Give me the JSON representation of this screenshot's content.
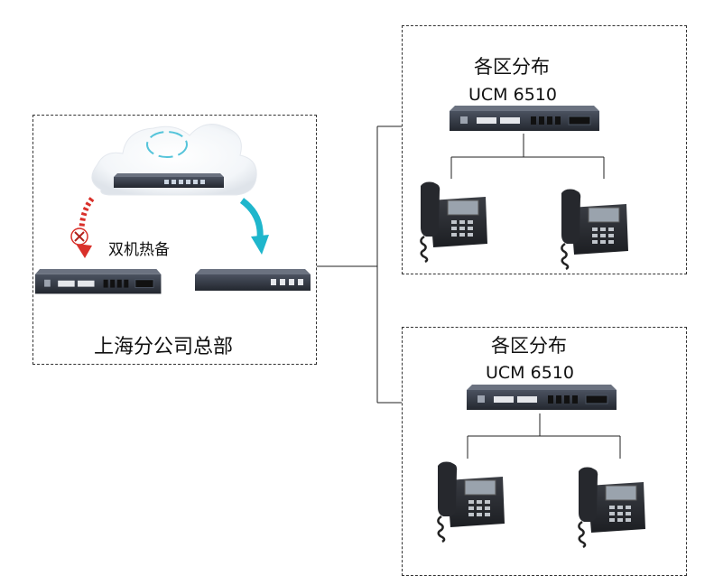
{
  "hq": {
    "label": "上海分公司总部",
    "ha_label": "双机热备"
  },
  "branches": [
    {
      "title": "各区分布",
      "device": "UCM 6510"
    },
    {
      "title": "各区分布",
      "device": "UCM 6510"
    }
  ],
  "colors": {
    "accent_arrow": "#1fb6cc",
    "failover_arrow": "#d9302a",
    "device_body": "#2f3542"
  }
}
